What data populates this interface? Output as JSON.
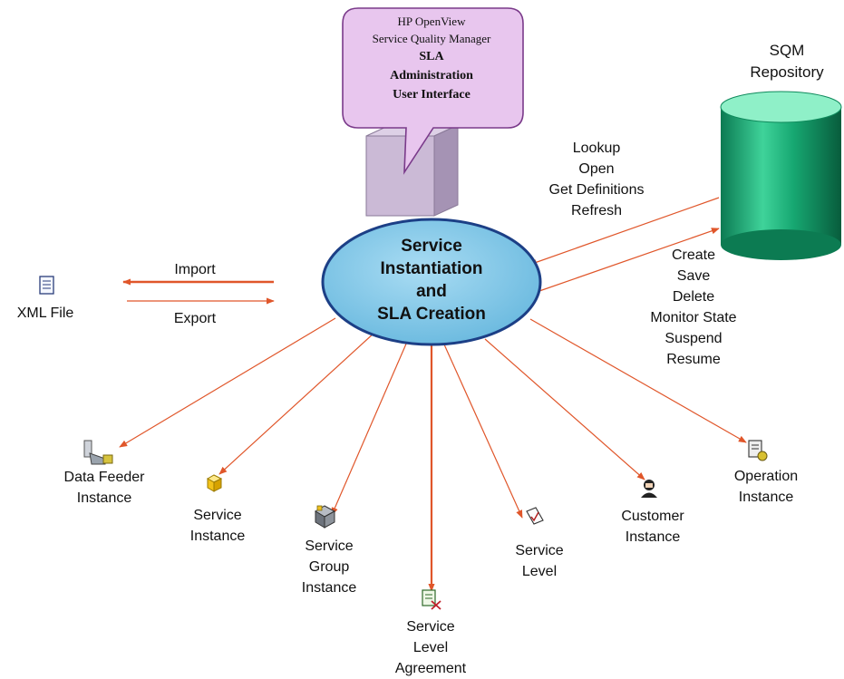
{
  "bubble": {
    "line1": "HP OpenView",
    "line2": "Service Quality Manager",
    "bold1": "SLA",
    "bold2": "Administration",
    "bold3": "User Interface"
  },
  "center": {
    "line1": "Service",
    "line2": "Instantiation",
    "line3": "and",
    "line4": "SLA Creation"
  },
  "repository": {
    "line1": "SQM",
    "line2": "Repository"
  },
  "read_ops": [
    "Lookup",
    "Open",
    "Get Definitions",
    "Refresh"
  ],
  "write_ops": [
    "Create",
    "Save",
    "Delete",
    "Monitor State",
    "Suspend",
    "Resume"
  ],
  "xml": {
    "label": "XML File",
    "import": "Import",
    "export": "Export"
  },
  "nodes": {
    "data_feeder": [
      "Data Feeder",
      "Instance"
    ],
    "service_instance": [
      "Service",
      "Instance"
    ],
    "service_group": [
      "Service",
      "Group",
      "Instance"
    ],
    "sla": [
      "Service",
      "Level",
      "Agreement"
    ],
    "service_level": [
      "Service",
      "Level"
    ],
    "customer": [
      "Customer",
      "Instance"
    ],
    "operation": [
      "Operation",
      "Instance"
    ]
  },
  "colors": {
    "arrow": "#e0562a",
    "ellipse_fill": "#79c4e6",
    "ellipse_stroke": "#1c3f86",
    "bubble_fill": "#e8c6ee",
    "bubble_stroke": "#7a3a8a",
    "box_front": "#cbbad6",
    "cylinder": "#16a46f"
  },
  "icons": {
    "xml_file": "document-icon",
    "data_feeder": "data-feeder-icon",
    "service_instance": "cube-icon",
    "service_group": "group-box-icon",
    "sla": "agreement-icon",
    "service_level": "level-icon",
    "customer": "person-icon",
    "operation": "operation-icon"
  }
}
